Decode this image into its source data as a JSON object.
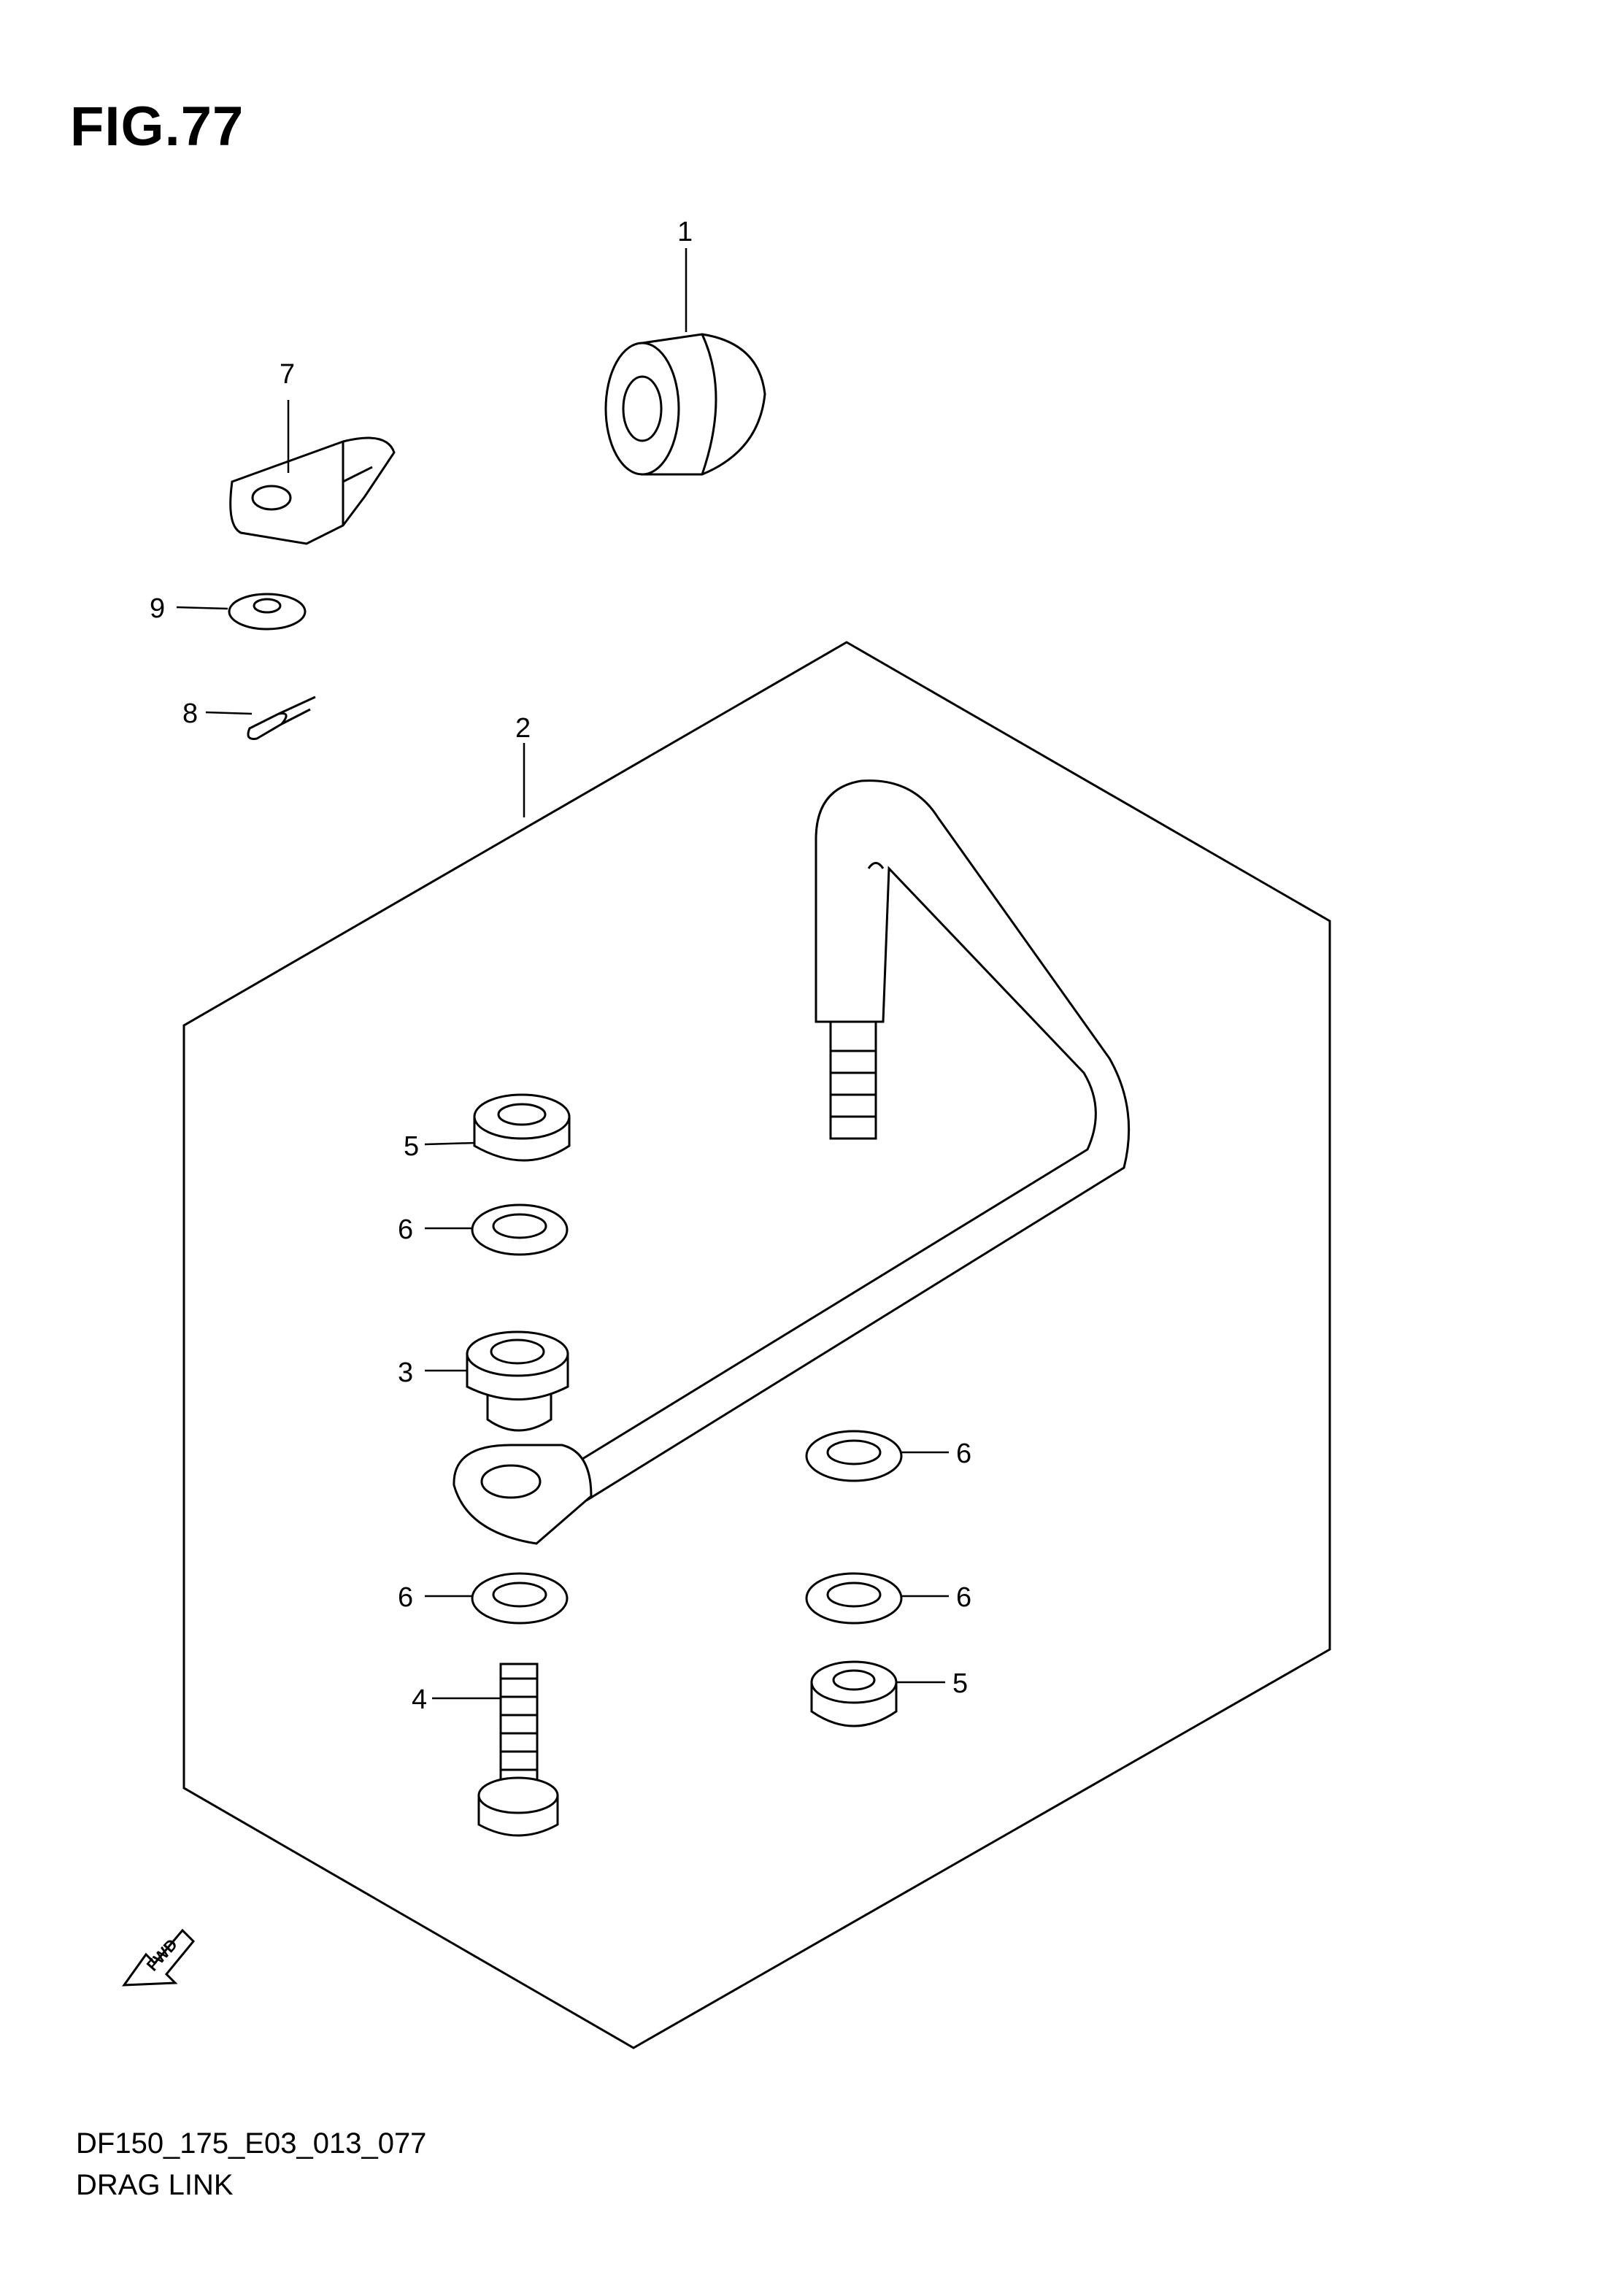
{
  "figure": {
    "title": "FIG.77",
    "code": "DF150_175_E03_013_077",
    "name": "DRAG LINK"
  },
  "fwd_label": "FWD",
  "callouts": [
    "1",
    "7",
    "9",
    "8",
    "2",
    "5",
    "6",
    "3",
    "6",
    "6",
    "6",
    "4",
    "5"
  ]
}
